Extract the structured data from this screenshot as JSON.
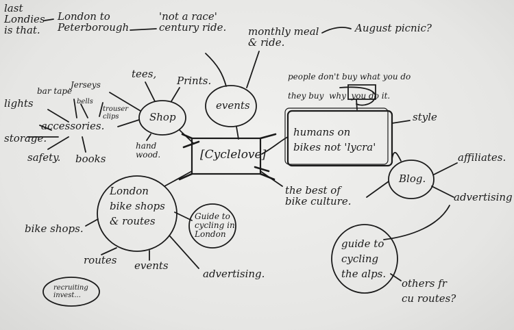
{
  "mindmap": {
    "center": "[Cyclelove]",
    "nodes": {
      "last_lonnies": "last\nLondies\nis that.",
      "london_peterborough": "London to\nPeterborough",
      "not_a_race": "'not a race'\ncentury ride.",
      "monthly_meal": "monthly meal\n& ride.",
      "august_picnic": "August picnic?",
      "people_dont_buy": "people don't buy what you do\nthey buy  why  you do it.",
      "events": "events",
      "shop": "Shop",
      "tees": "tees,",
      "prints": "Prints.",
      "hand_wood": "hand\nwood.",
      "bar_tape": "bar tape",
      "jerseys": "Jerseys",
      "lights": "lights",
      "bells": "bells",
      "trouser_clips": "trouser\nclips",
      "accessories": "accessories.",
      "storage": "storage.",
      "safety": "safety.",
      "books": "books",
      "humans_on_bikes": "humans on\nbikes not 'lycra'",
      "style": "style",
      "blog": "Blog.",
      "affiliates": "affiliates.",
      "advertising_blog": "advertising",
      "the_best_of": "the best of\nbike culture.",
      "london_bikeshops": "London\nbike shops\n& routes",
      "bike_shops": "bike shops.",
      "routes": "routes",
      "events_small": "events",
      "advertising": "advertising.",
      "guide_cycling_london": "Guide to\ncycling in\nLondon",
      "guide_alps": "guide to\ncycling\nthe alps.",
      "others_fr_routes": "others fr\ncu routes?",
      "recruiting": "recruiting\ninvest..."
    }
  }
}
